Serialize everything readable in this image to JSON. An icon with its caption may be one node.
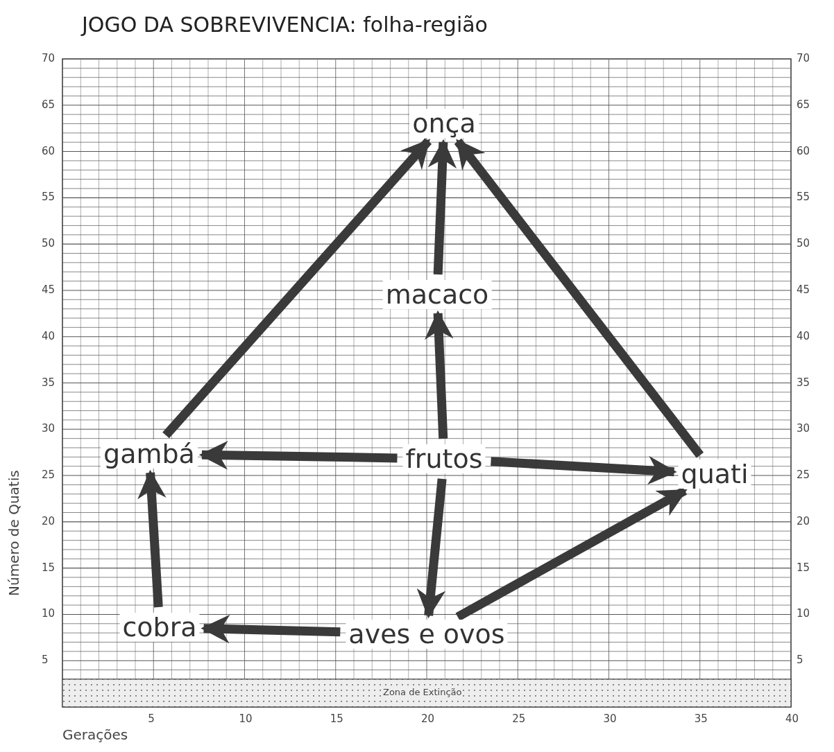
{
  "diagram": {
    "title": "JOGO DA SOBREVIVENCIA: folha-região",
    "nodes": [
      {
        "text": [
          "onça"
        ]
      },
      {
        "text": [
          "macaco"
        ]
      },
      {
        "text": [
          "frutos"
        ]
      },
      {
        "text": [
          "gambá"
        ]
      },
      {
        "text": [
          "quati"
        ]
      },
      {
        "text": [
          "cobra"
        ]
      },
      {
        "text": [
          "aves e ovos"
        ]
      }
    ],
    "edges": [
      {
        "from": 3,
        "to": 0,
        "arrow": "to"
      },
      {
        "from": 1,
        "to": 0,
        "arrow": "to"
      },
      {
        "from": 4,
        "to": 0,
        "arrow": "to"
      },
      {
        "from": 2,
        "to": 1,
        "arrow": "to"
      },
      {
        "from": 2,
        "to": 3,
        "arrow": "to"
      },
      {
        "from": 2,
        "to": 4,
        "arrow": "to"
      },
      {
        "from": 2,
        "to": 6,
        "arrow": "to"
      },
      {
        "from": 5,
        "to": 3,
        "arrow": "to"
      },
      {
        "from": 6,
        "to": 5,
        "arrow": "to"
      },
      {
        "from": 6,
        "to": 4,
        "arrow": "to"
      }
    ],
    "labels": [
      "70",
      "65",
      "60",
      "55",
      "50",
      "45",
      "40",
      "35",
      "30",
      "25",
      "20",
      "15",
      "10",
      "5",
      "70",
      "65",
      "60",
      "55",
      "50",
      "45",
      "40",
      "35",
      "30",
      "25",
      "20",
      "15",
      "10",
      "5",
      "Número de Quatis",
      "Zona de Extinção",
      "5",
      "10",
      "15",
      "20",
      "25",
      "30",
      "35",
      "40",
      "Gerações"
    ]
  }
}
